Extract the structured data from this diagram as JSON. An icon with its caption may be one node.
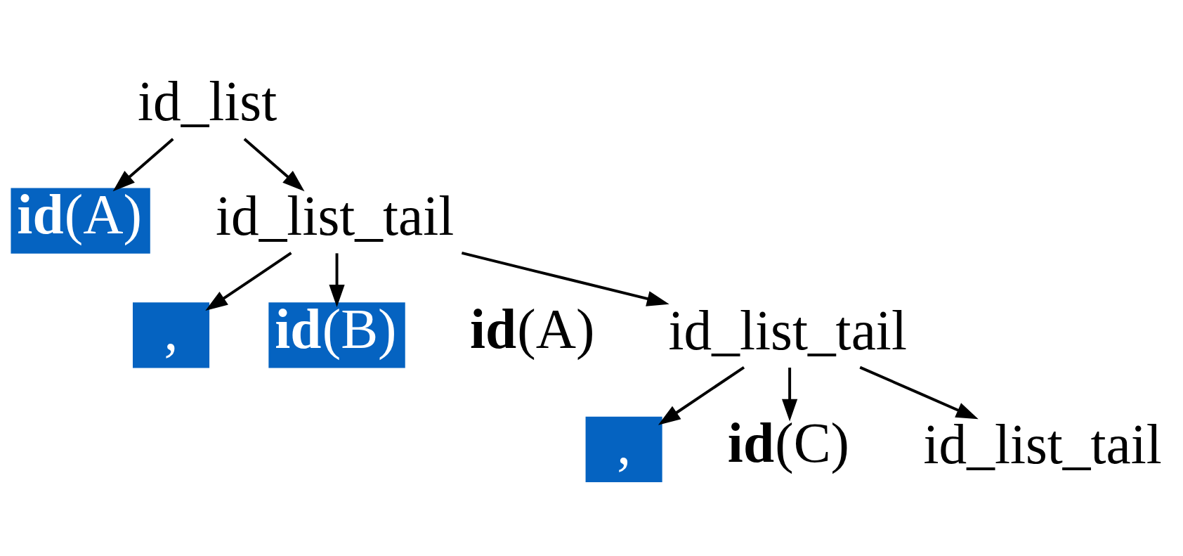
{
  "diagram": {
    "nodes": [
      {
        "text": [
          "id_list"
        ]
      },
      {
        "text": [
          "**id**(A)"
        ]
      },
      {
        "text": [
          "id_list_tail"
        ]
      },
      {
        "text": [
          ","
        ]
      },
      {
        "text": [
          "**id**(B)"
        ]
      },
      {
        "text": [
          "id_list_tail"
        ]
      },
      {
        "text": [
          ","
        ]
      },
      {
        "text": [
          "**id**(C)"
        ]
      },
      {
        "text": [
          "id_list_tail"
        ]
      }
    ],
    "edges": [
      {
        "from": 0,
        "to": 1,
        "arrow": "to"
      },
      {
        "from": 0,
        "to": 2,
        "arrow": "to"
      },
      {
        "from": 2,
        "to": 3,
        "arrow": "to"
      },
      {
        "from": 2,
        "to": 4,
        "arrow": "to"
      },
      {
        "from": 2,
        "to": 5,
        "arrow": "to"
      },
      {
        "from": 5,
        "to": 6,
        "arrow": "to"
      },
      {
        "from": 5,
        "to": 7,
        "arrow": "to"
      },
      {
        "from": 5,
        "to": 8,
        "arrow": "to"
      }
    ],
    "labels": [
      "**id**(A)"
    ]
  }
}
